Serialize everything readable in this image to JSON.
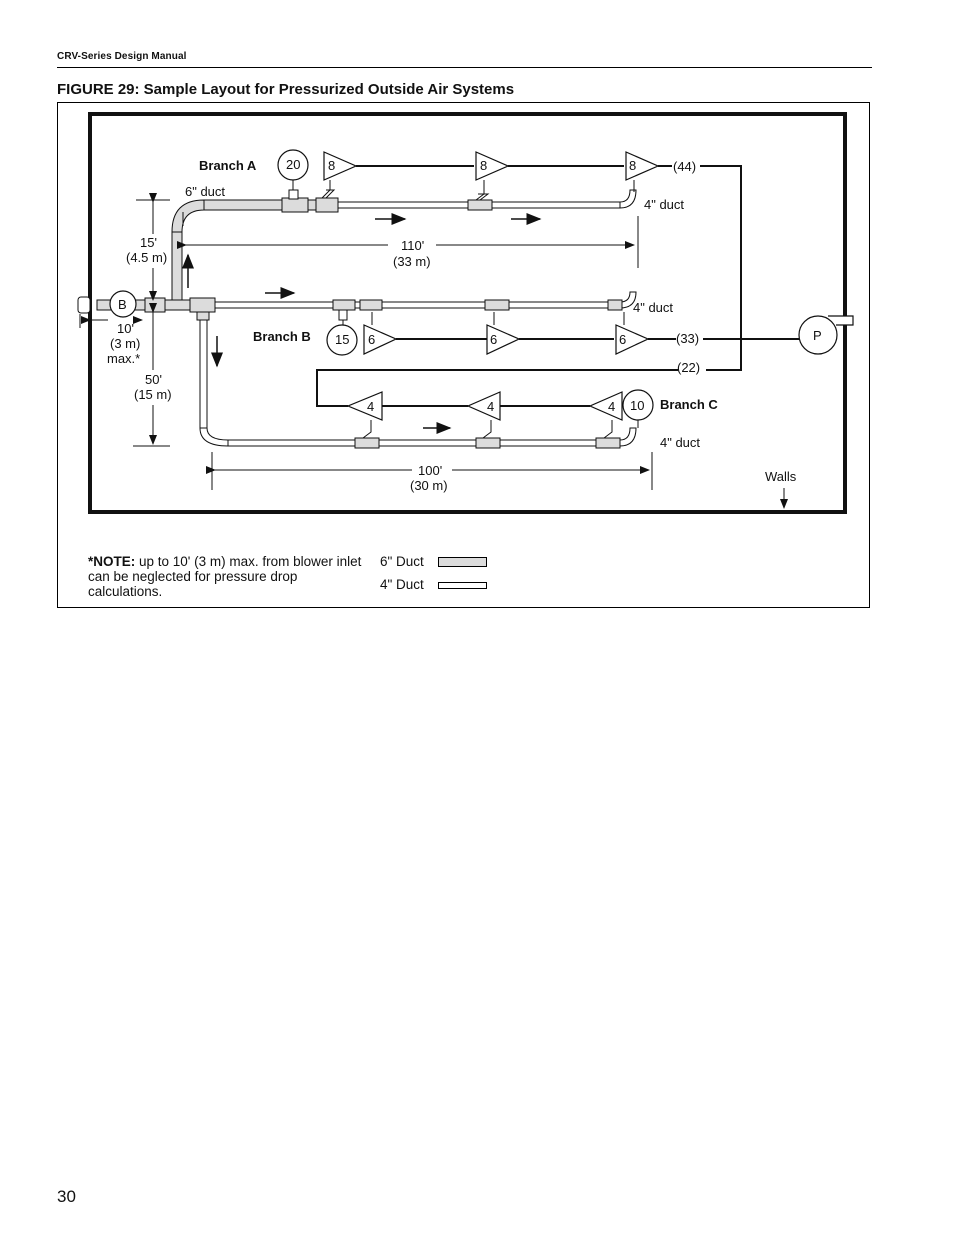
{
  "header": {
    "manual_title": "CRV-Series Design Manual"
  },
  "figure": {
    "title": "FIGURE 29: Sample Layout for Pressurized Outside Air Systems",
    "branches": {
      "a": "Branch A",
      "b": "Branch B",
      "c": "Branch C"
    },
    "blower_label": "B",
    "pump_label": "P",
    "circles": {
      "a": "20",
      "b": "15",
      "c": "10"
    },
    "diffusers": {
      "a": [
        "8",
        "8",
        "8"
      ],
      "b": [
        "6",
        "6",
        "6"
      ],
      "c": [
        "4",
        "4",
        "4"
      ]
    },
    "flow_totals": {
      "a": "(44)",
      "b": "(33)",
      "c": "(22)"
    },
    "duct_labels": {
      "six_inch": "6\" duct",
      "four_inch_a": "4\" duct",
      "four_inch_b": "4\" duct",
      "four_inch_c": "4\" duct"
    },
    "dimensions": {
      "vertical_up_ft": "15'",
      "vertical_up_m": "(4.5 m)",
      "branch_a_ft": "110'",
      "branch_a_m": "(33 m)",
      "blower_ft": "10'",
      "blower_m": "(3 m)",
      "blower_max": "max.*",
      "vertical_down_ft": "50'",
      "vertical_down_m": "(15 m)",
      "branch_c_ft": "100'",
      "branch_c_m": "(30 m)"
    },
    "walls_label": "Walls",
    "note": {
      "prefix": "*NOTE:",
      "text": " up to 10' (3 m) max. from blower inlet can be neglected for pressure drop calculations."
    },
    "legend": {
      "six_inch": "6\" Duct",
      "four_inch": "4\" Duct"
    },
    "colors": {
      "six_inch_fill": "#dcdcdc",
      "four_inch_fill": "#ffffff",
      "wall": "#111111"
    }
  },
  "page_number": "30"
}
